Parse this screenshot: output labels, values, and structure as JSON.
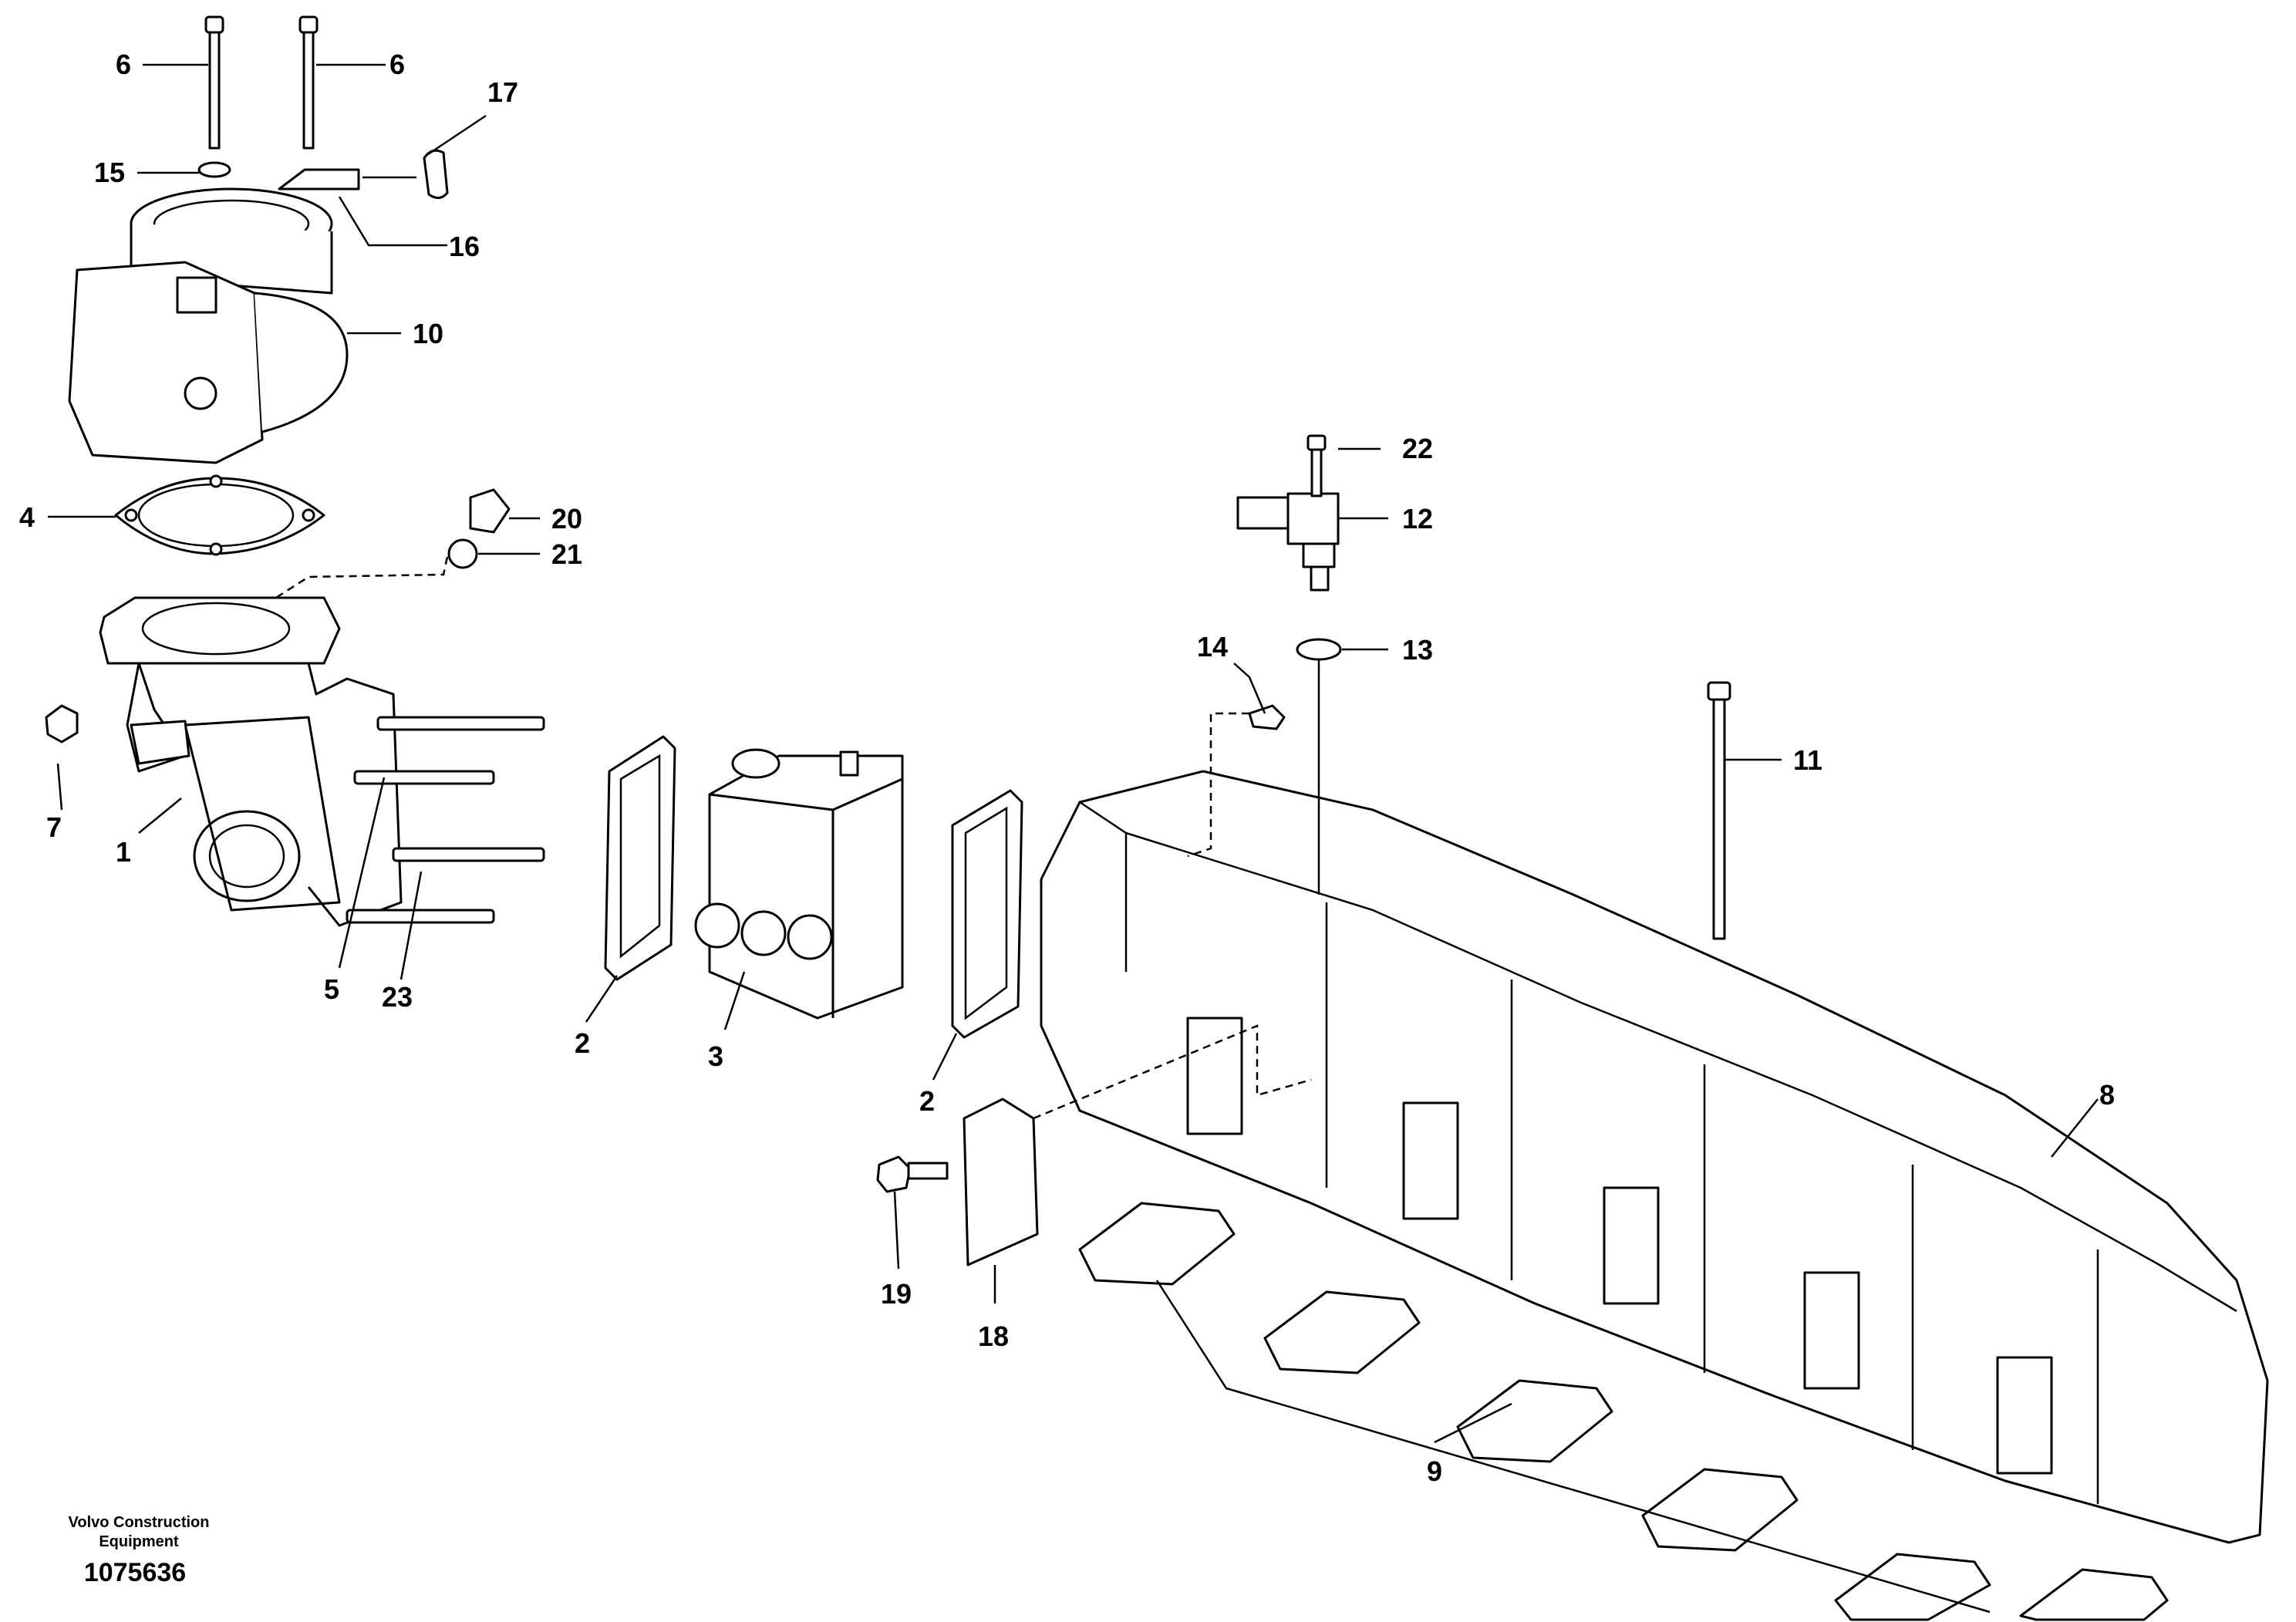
{
  "callouts": {
    "c1": "1",
    "c2a": "2",
    "c2b": "2",
    "c3": "3",
    "c4": "4",
    "c5": "5",
    "c6a": "6",
    "c6b": "6",
    "c7": "7",
    "c8": "8",
    "c9": "9",
    "c10": "10",
    "c11": "11",
    "c12": "12",
    "c13": "13",
    "c14": "14",
    "c15": "15",
    "c16": "16",
    "c17": "17",
    "c18": "18",
    "c19": "19",
    "c20": "20",
    "c21": "21",
    "c22": "22",
    "c23": "23"
  },
  "footer": {
    "brand_line1": "Volvo Construction",
    "brand_line2": "Equipment",
    "drawing_number": "1075636"
  }
}
